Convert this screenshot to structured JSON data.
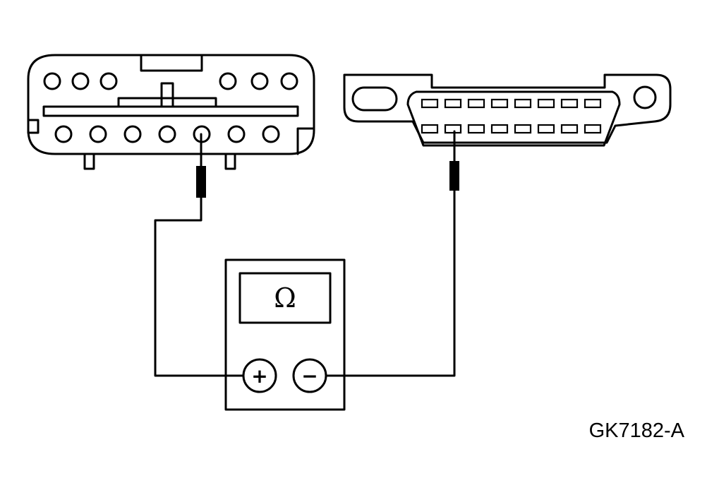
{
  "meter": {
    "display_symbol": "Ω",
    "positive_terminal": "+",
    "negative_terminal": "−"
  },
  "figure_id": "GK7182-A",
  "connectors": {
    "left_top_row_pins": 6,
    "left_bottom_row_pins": 7,
    "right_top_row_pins": 8,
    "right_bottom_row_pins": 8
  }
}
